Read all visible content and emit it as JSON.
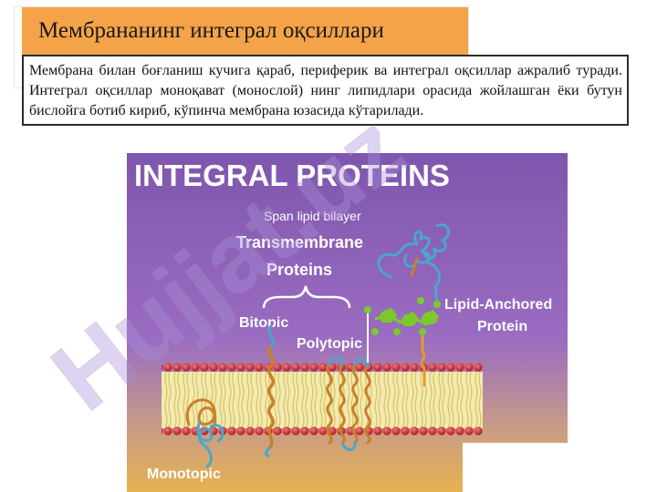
{
  "slide": {
    "title": "Мембрананинг интеграл оқсиллари",
    "body": "Мембрана билан боғланиш кучига қараб, периферик ва интеграл оқсиллар ажралиб туради. Интеграл оқсиллар моноқават (монослой) нинг липидлари орасида жойлашган ёки бутун бислойга  ботиб кириб, кўпинча мембрана юзасида кўтарилади."
  },
  "figure": {
    "heading": "INTEGRAL PROTEINS",
    "span_label": "Span lipid bilayer",
    "transmembrane_label_line1": "Transmembrane",
    "transmembrane_label_line2": "Proteins",
    "bitopic_label": "Bitopic",
    "polytopic_label": "Polytopic",
    "lipid_anchored_line1": "Lipid-Anchored",
    "lipid_anchored_line2": "Protein",
    "monotopic_label": "Monotopic"
  },
  "watermark": {
    "text": "Hujjat.uz"
  },
  "colors": {
    "title_bg": "#f4a349",
    "figure_bg": "#8e5fb8",
    "membrane_head": "#c8323c",
    "membrane_tail": "#f0e6a0",
    "watermark_purple": "#a98fd9",
    "watermark_gray": "#9a9a9a"
  }
}
